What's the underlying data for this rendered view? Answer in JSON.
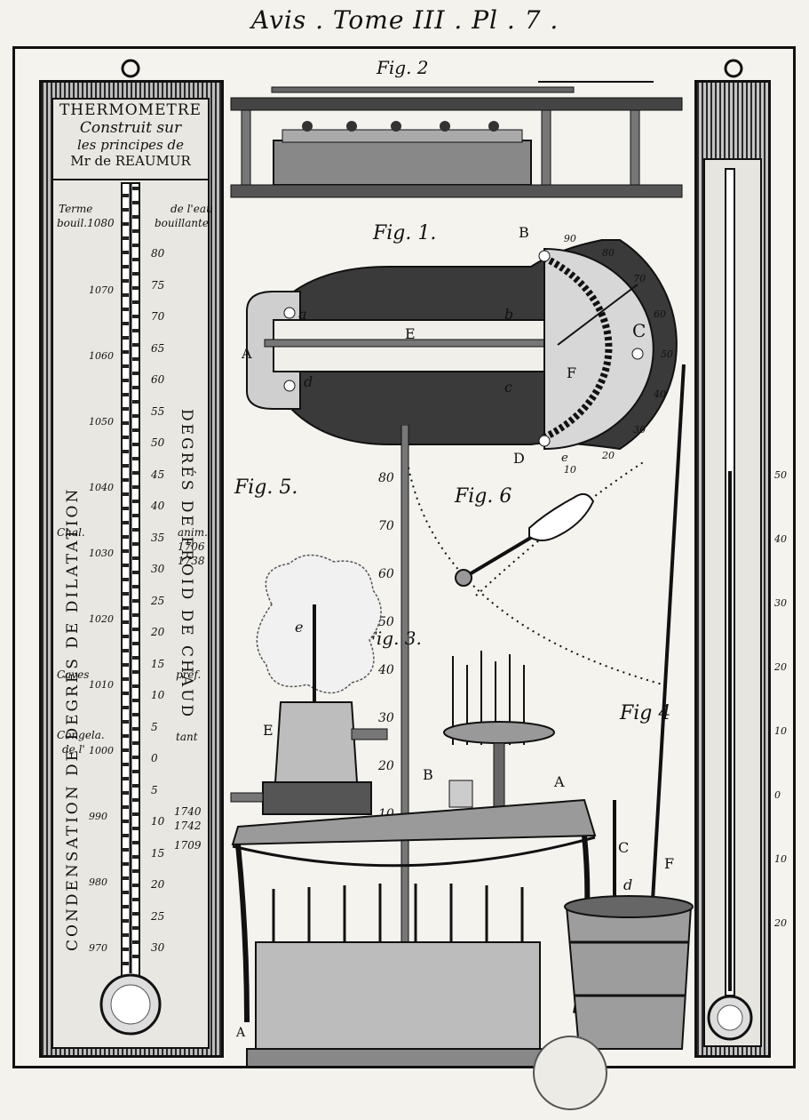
{
  "header": {
    "title": "Avis . Tome III . Pl . 7 ."
  },
  "left_thermometer": {
    "title": "THERMOMETRE",
    "subtitle_lines": [
      "Construit sur",
      "les principes de",
      "Mr de REAUMUR"
    ],
    "top_left": [
      "Terme",
      "bouil.1080"
    ],
    "top_right": [
      "de l'eau",
      "bouillante"
    ],
    "side_text_left": "CONDENSATION DE DEGRÉS DE DILATATION",
    "side_text_right": "DEGRÉS DE FROID DE CHAUD",
    "notes_left": [
      "Chal.",
      "Caves",
      "Congela.",
      "de l'"
    ],
    "notes_right": [
      "anim.",
      "1706",
      "1738",
      "pref.",
      "tant",
      "1740",
      "1742",
      "1709"
    ],
    "left_scale": [
      "1070",
      "1060",
      "1050",
      "1040",
      "1030",
      "1020",
      "1010",
      "1000",
      "990",
      "980",
      "970"
    ],
    "right_scale": [
      "80",
      "75",
      "70",
      "65",
      "60",
      "55",
      "50",
      "45",
      "40",
      "35",
      "30",
      "25",
      "20",
      "15",
      "10",
      "5",
      "0",
      "5",
      "10",
      "15",
      "20",
      "25",
      "30"
    ]
  },
  "right_thermometer": {
    "scale": [
      "50",
      "40",
      "30",
      "20",
      "10",
      "0",
      "10",
      "20"
    ]
  },
  "fig_labels": {
    "fig1": "Fig. 1.",
    "fig2": "Fig. 2",
    "fig3": "Fig. 3.",
    "fig4": "Fig 4",
    "fig5": "Fig. 5.",
    "fig6": "Fig. 6"
  },
  "fig1_letters": [
    "A",
    "B",
    "C",
    "D",
    "E",
    "F",
    "a",
    "b",
    "c",
    "d",
    "e"
  ],
  "fig1_dial": [
    "90",
    "80",
    "70",
    "60",
    "50",
    "40",
    "30",
    "20",
    "10"
  ],
  "fig3_scale": [
    "80",
    "70",
    "60",
    "50",
    "40",
    "30",
    "20",
    "10"
  ],
  "fig3_letters": {
    "b": "B",
    "a": "A"
  },
  "fig4_letters": {
    "c": "C",
    "f": "F",
    "d": "d"
  },
  "fig5_letter": "E",
  "fig5_e": "e",
  "corner_mark": "A"
}
